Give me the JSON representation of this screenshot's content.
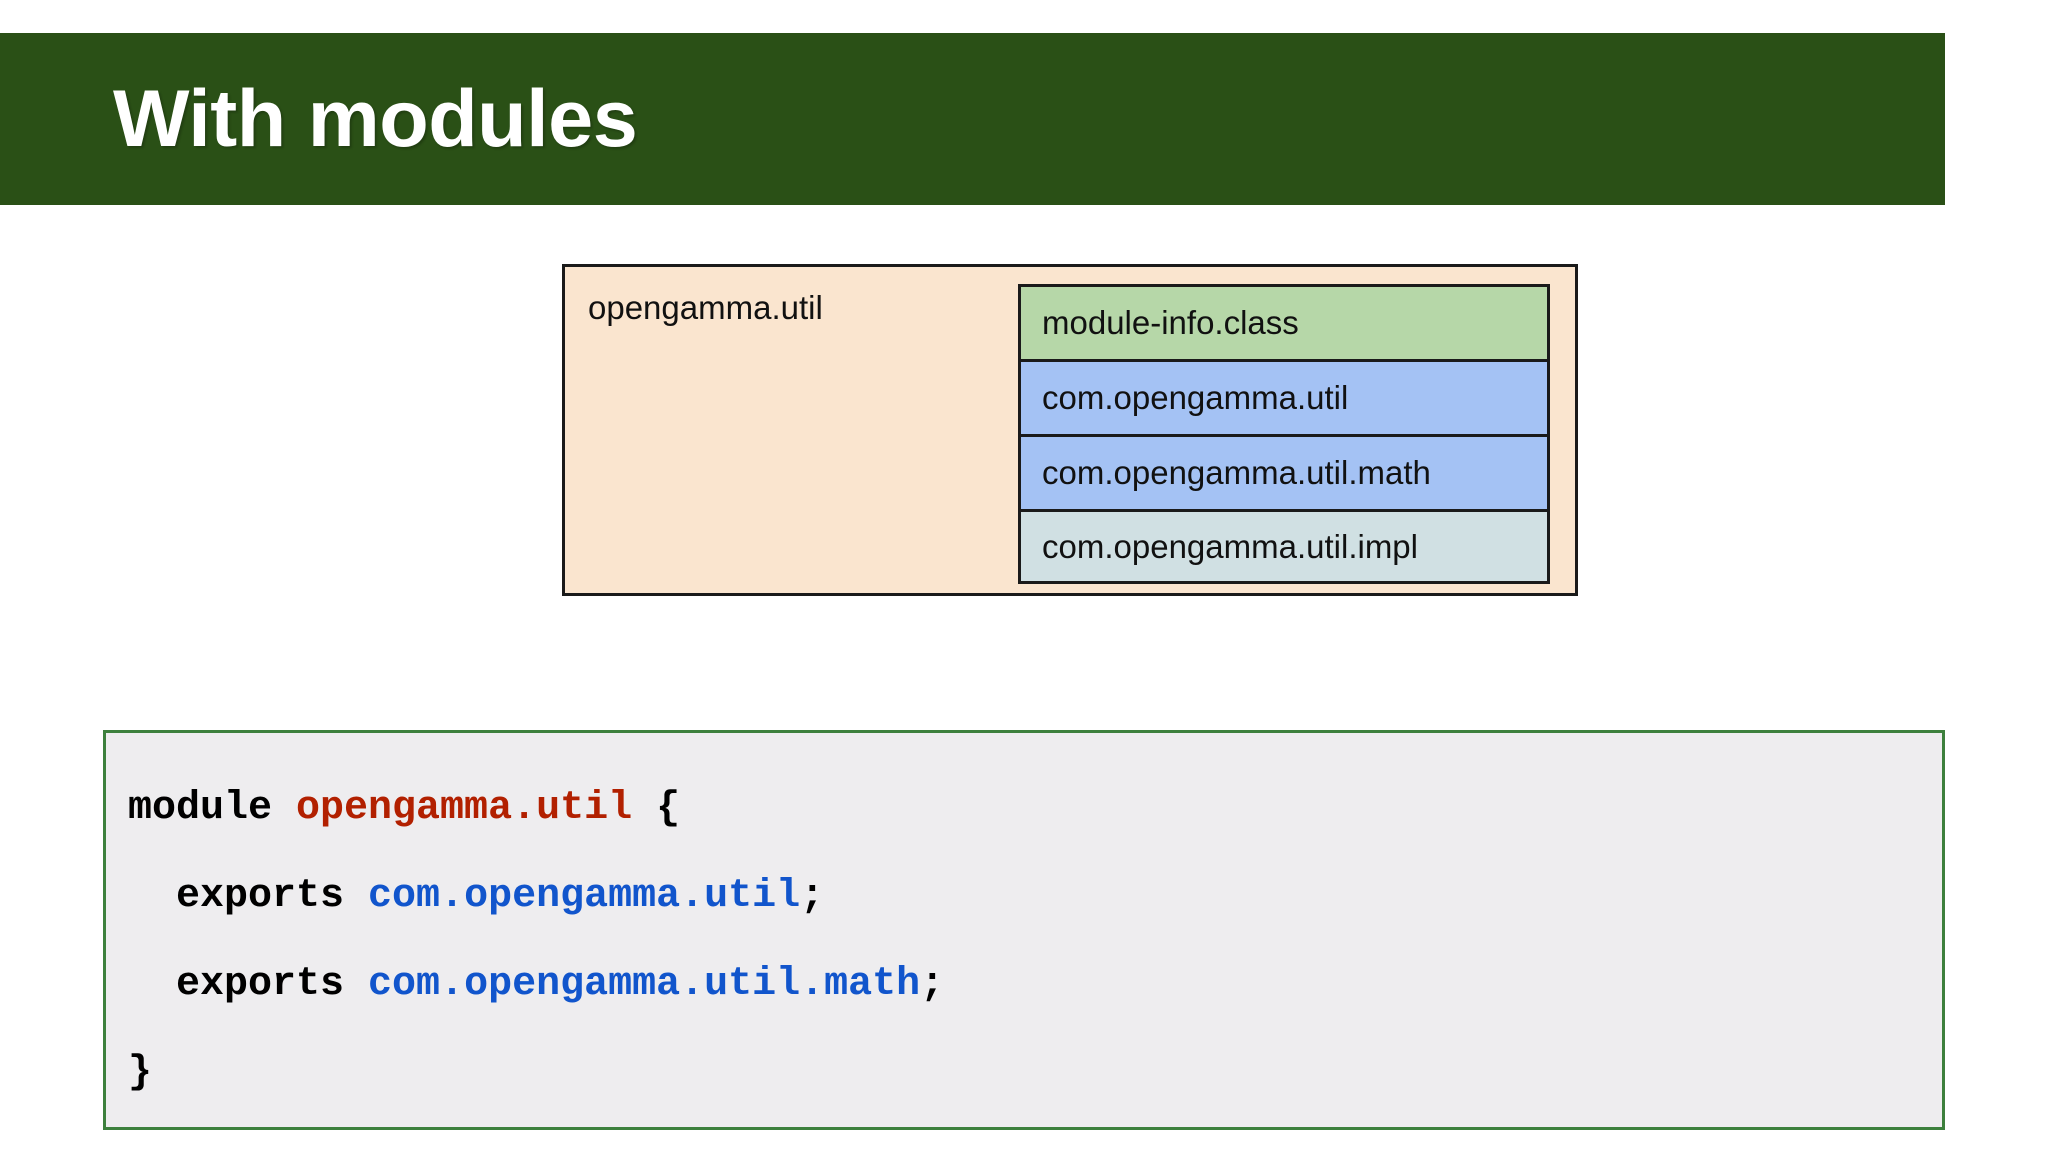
{
  "slide": {
    "title": "With modules",
    "banner_color": "#2a5016",
    "title_color": "#ffffff"
  },
  "diagram": {
    "module_label": "opengamma.util",
    "container_fill": "#fae5cf",
    "border_color": "#1a1a1a",
    "entries": [
      {
        "label": "module-info.class",
        "fill": "#b6d7a8"
      },
      {
        "label": "com.opengamma.util",
        "fill": "#a4c2f4"
      },
      {
        "label": "com.opengamma.util.math",
        "fill": "#a4c2f4"
      },
      {
        "label": "com.opengamma.util.impl",
        "fill": "#d0e0e3"
      }
    ]
  },
  "code": {
    "background": "#eeedef",
    "border_color": "#3d803d",
    "keyword_color": "#000000",
    "module_name_color": "#b22000",
    "package_color": "#1155cc",
    "lines": [
      {
        "parts": [
          {
            "text": "module ",
            "kind": "keyword"
          },
          {
            "text": "opengamma.util",
            "kind": "module-name"
          },
          {
            "text": " {",
            "kind": "keyword"
          }
        ]
      },
      {
        "parts": [
          {
            "text": "  exports ",
            "kind": "keyword"
          },
          {
            "text": "com.opengamma.util",
            "kind": "package"
          },
          {
            "text": ";",
            "kind": "keyword"
          }
        ]
      },
      {
        "parts": [
          {
            "text": "  exports ",
            "kind": "keyword"
          },
          {
            "text": "com.opengamma.util.math",
            "kind": "package"
          },
          {
            "text": ";",
            "kind": "keyword"
          }
        ]
      },
      {
        "parts": [
          {
            "text": "}",
            "kind": "keyword"
          }
        ]
      }
    ]
  }
}
